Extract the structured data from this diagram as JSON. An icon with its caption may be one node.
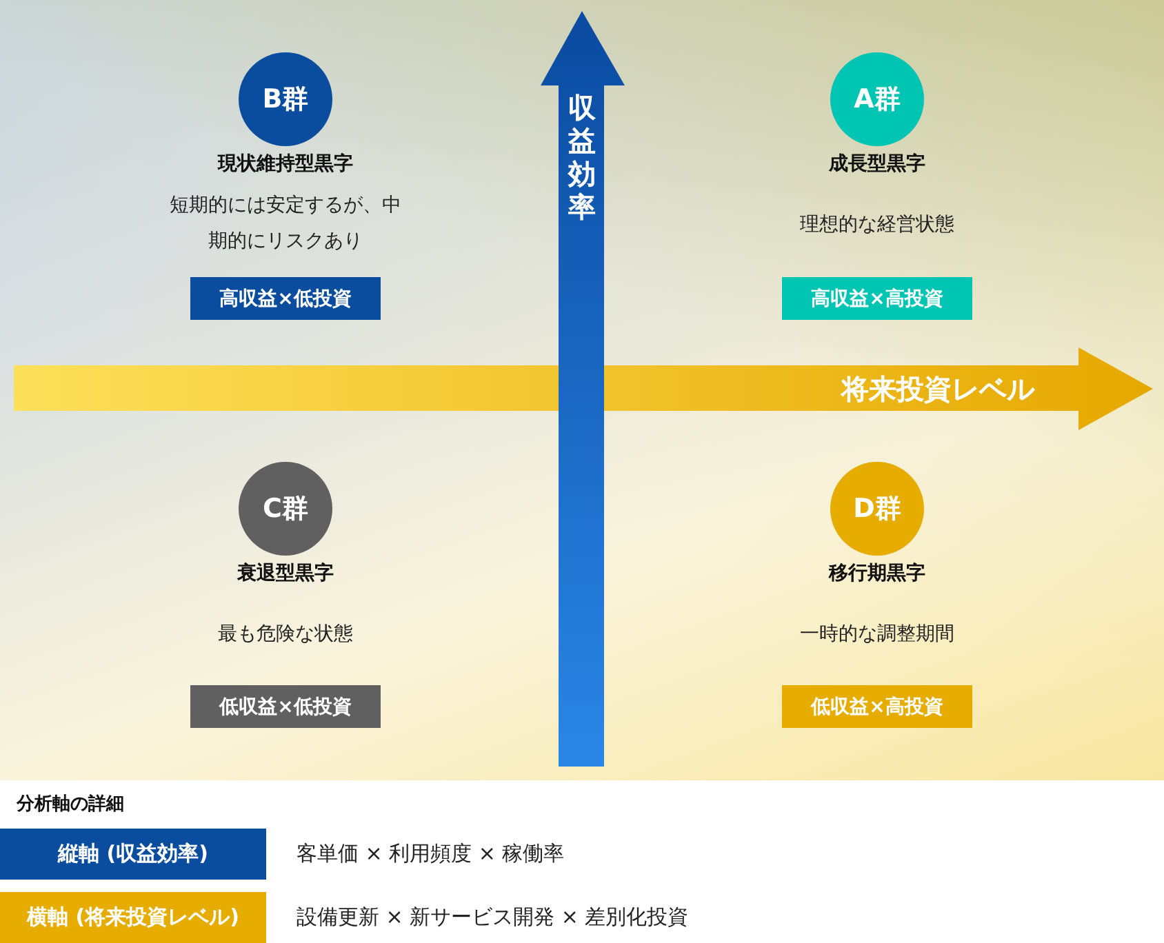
{
  "diagram": {
    "nodes": [
      {
        "text": [
          "B群"
        ],
        "beside": [
          "現状維持型黒字",
          "短期的には安定するが、中期的にリスクあり"
        ]
      },
      {
        "text": [
          "A群"
        ],
        "beside": [
          "成長型黒字",
          "理想的な経営状態"
        ]
      },
      {
        "text": [
          "高収益×低投資"
        ]
      },
      {
        "text": [
          "高収益×高投資"
        ]
      },
      {
        "text": [
          "C群"
        ],
        "beside": [
          "衰退型黒字",
          "最も危険な状態"
        ]
      },
      {
        "text": [
          "D群"
        ],
        "beside": [
          "移行期黒字",
          "一時的な調整期間"
        ]
      },
      {
        "text": [
          "低収益×低投資"
        ]
      },
      {
        "text": [
          "低収益×高投資"
        ]
      },
      {
        "text": [
          "縦軸 (収益効率)"
        ],
        "beside": [
          "客単価 × 利用頻度 × 稼働率"
        ]
      },
      {
        "text": [
          "横軸 (将来投資レベル)"
        ],
        "beside": [
          "設備更新 × 新サービス開発 × 差別化投資"
        ]
      }
    ],
    "edges": [],
    "labels": [
      "収益効率",
      "将来投資レベル",
      "分析軸の詳細"
    ]
  }
}
